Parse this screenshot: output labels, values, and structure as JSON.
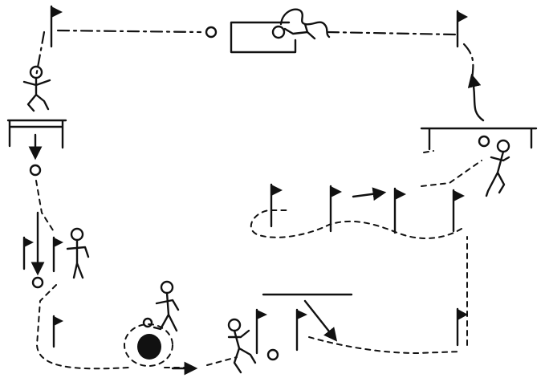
{
  "diagram": {
    "ink_color": "#111111",
    "background": "#ffffff",
    "stations": [
      {
        "id": "hurdle-jump",
        "icon": "stick-figure-jumping"
      },
      {
        "id": "flag-slalom-left",
        "icon": "flag"
      },
      {
        "id": "dribble-ball",
        "icon": "stick-figure-with-ball"
      },
      {
        "id": "kick-at-goal",
        "icon": "stick-figure-kicking"
      },
      {
        "id": "flag-slalom-middle",
        "icon": "flag"
      },
      {
        "id": "bench-crossing",
        "icon": "bench"
      },
      {
        "id": "tunnel-crawl",
        "icon": "crawling-figure"
      }
    ]
  }
}
